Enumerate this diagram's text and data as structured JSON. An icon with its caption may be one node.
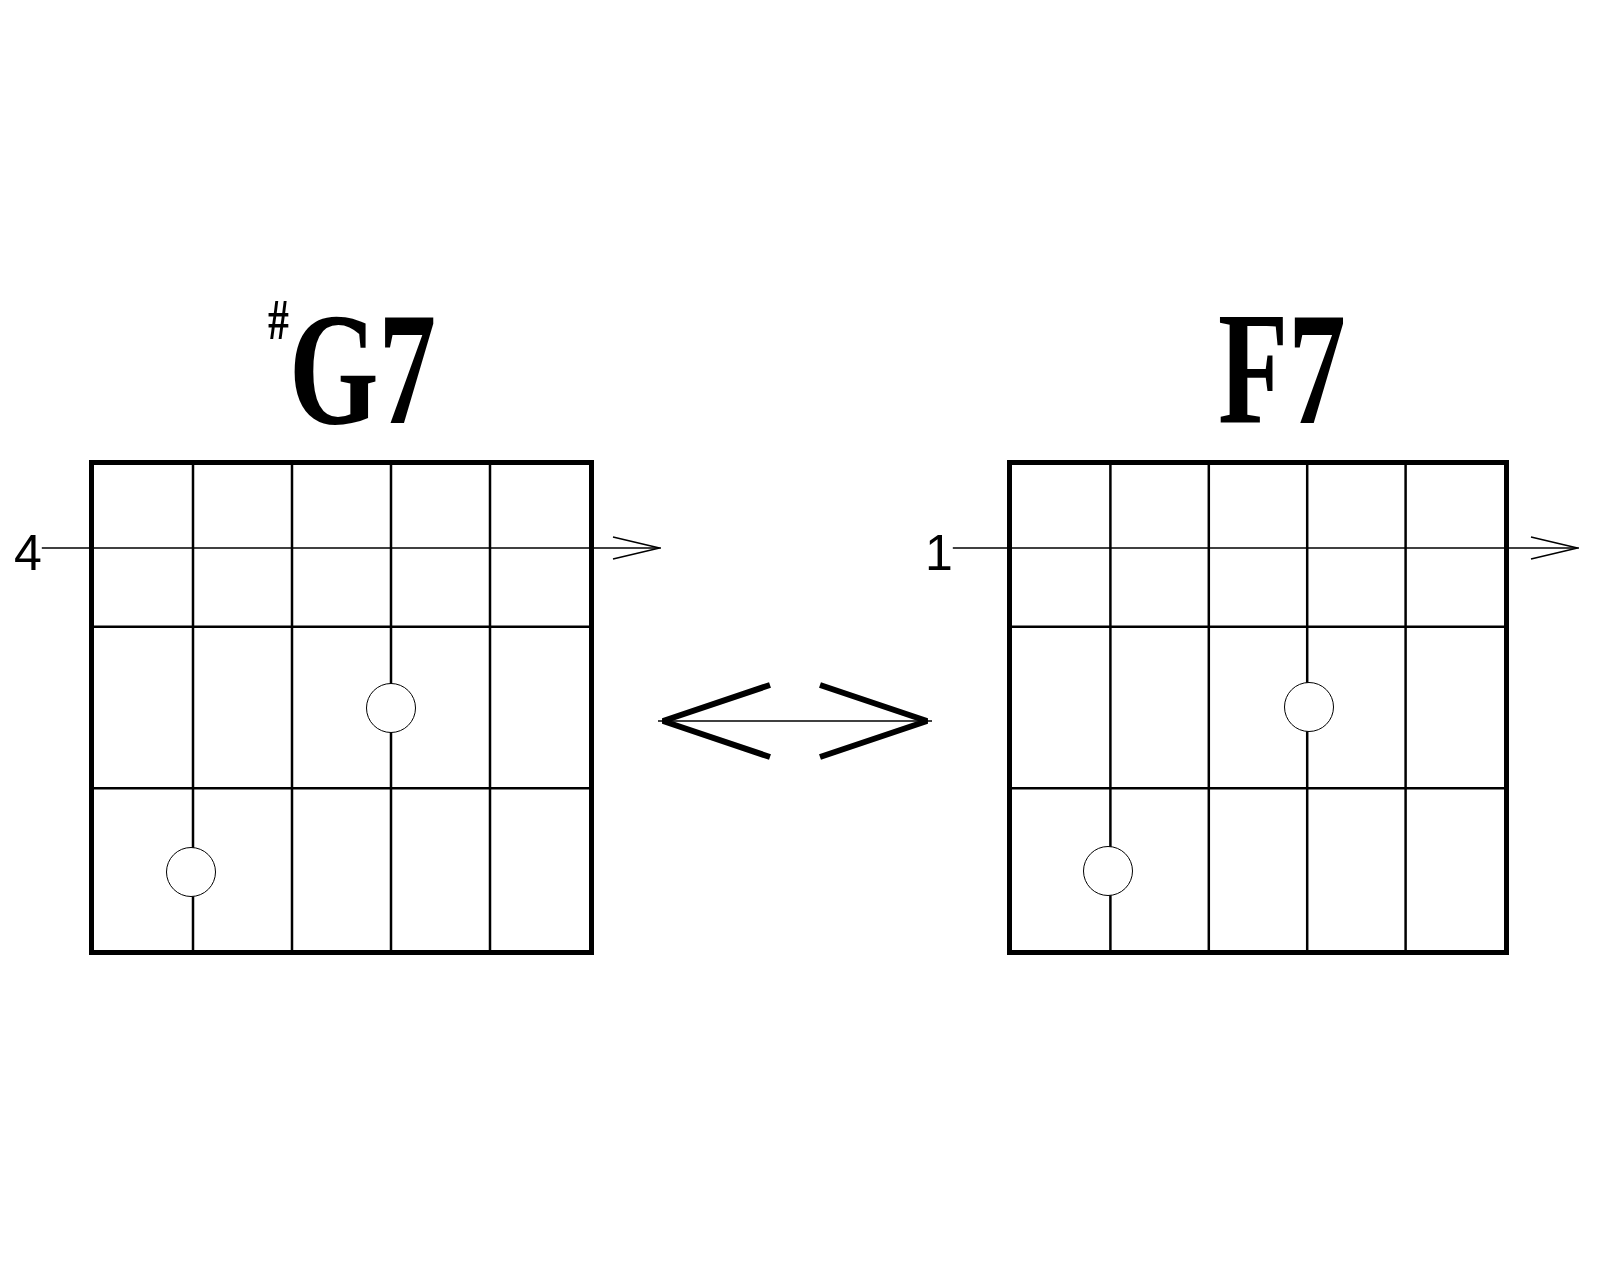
{
  "diagram": {
    "nodes": [
      {
        "text": [
          "$^{#}$G7"
        ]
      },
      {
        "text": [
          "F7"
        ]
      },
      {
        "text": [
          "4"
        ]
      },
      {
        "text": [
          "1"
        ]
      },
      {
        "text": [],
        "shape": "circle",
        "in": 0
      },
      {
        "text": [],
        "shape": "circle",
        "in": 0
      },
      {
        "text": [],
        "shape": "circle",
        "in": 1
      },
      {
        "text": [],
        "shape": "circle",
        "in": 1
      }
    ],
    "edges": [
      {
        "from": 0,
        "to": 1,
        "arrow": "both"
      },
      {
        "from": 2,
        "to": null,
        "arrow": "to"
      },
      {
        "from": 3,
        "to": null,
        "arrow": "to"
      }
    ]
  }
}
